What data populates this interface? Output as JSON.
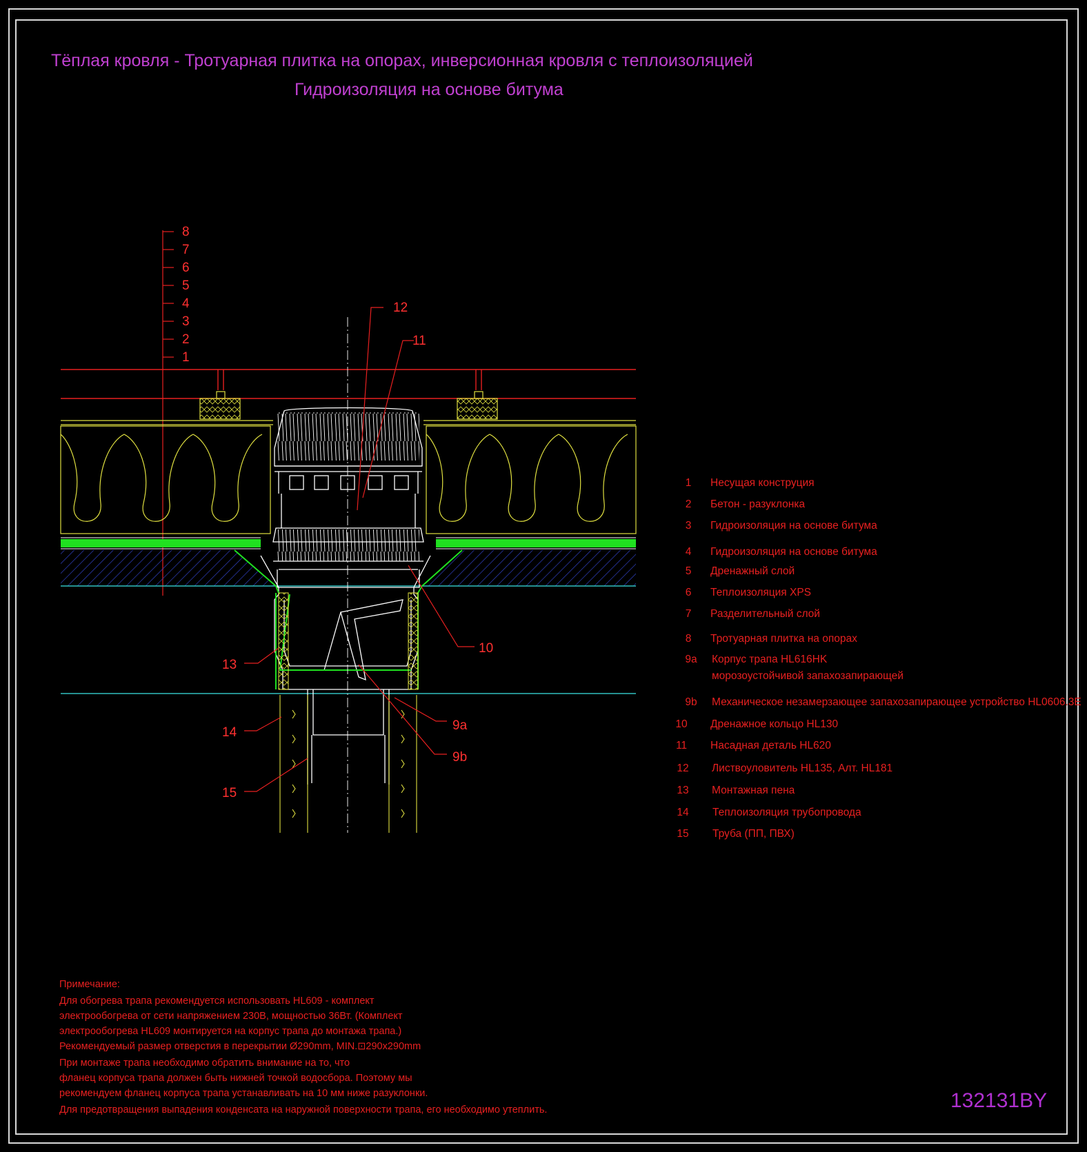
{
  "title": {
    "line1": "Тёплая кровля - Тротуарная плитка на опорах, инверсионная кровля с теплоизоляцией",
    "line2": "Гидроизоляция на основе битума"
  },
  "drawing_code": "132131BY",
  "layer_numbers": [
    "8",
    "7",
    "6",
    "5",
    "4",
    "3",
    "2",
    "1"
  ],
  "callouts": {
    "c12": "12",
    "c11": "11",
    "c10": "10",
    "c13": "13",
    "c9a": "9a",
    "c9b": "9b",
    "c14": "14",
    "c15": "15"
  },
  "legend": [
    {
      "num": "1",
      "text": "Несущая конструция"
    },
    {
      "num": "2",
      "text": "Бетон - разуклонка"
    },
    {
      "num": "3",
      "text": "Гидроизоляция на основе битума"
    },
    {
      "num": "4",
      "text": "Гидроизоляция на основе битума"
    },
    {
      "num": "5",
      "text": "Дренажный слой"
    },
    {
      "num": "6",
      "text": "Теплоизоляция XPS"
    },
    {
      "num": "7",
      "text": "Разделительный слой"
    },
    {
      "num": "8",
      "text": "Тротуарная плитка на опорах"
    },
    {
      "num": "9a",
      "text": "Корпус трапа HL616HK",
      "text2": "морозоустойчивой запахозапирающей"
    },
    {
      "num": "9b",
      "text": "Механическое незамерзающее запахозапирающее устройство HL0606.3E"
    },
    {
      "num": "10",
      "text": "Дренажное кольцо HL130"
    },
    {
      "num": "11",
      "text": "Насадная деталь HL620"
    },
    {
      "num": "12",
      "text": "Листвоуловитель HL135, Алт. HL181"
    },
    {
      "num": "13",
      "text": "Монтажная пена"
    },
    {
      "num": "14",
      "text": "Теплоизоляция трубопровода"
    },
    {
      "num": "15",
      "text": "Труба (ПП, ПВХ)"
    }
  ],
  "notes": {
    "heading": "Примечание:",
    "p1": [
      "Для обогрева трапа рекомендуется использовать HL609 - комплект",
      "электрообогрева от сети напряжением 230В, мощностью 36Вт. (Комплект",
      "электрообогрева HL609 монтируется на корпус трапа до монтажа трапа.)",
      "Рекомендуемый размер отверстия в перекрытии Ø290mm, MIN.⊡290x290mm"
    ],
    "p2": [
      "При монтаже трапа необходимо обратить внимание на то, что",
      "фланец корпуса трапа должен быть нижней точкой водосбора. Поэтому мы",
      "рекомендуем фланец корпуса трапа устанавливать на 10 мм ниже разуклонки."
    ],
    "p3": "Для предотвращения выпадения конденсата на наружной поверхности трапа, его необходимо утеплить."
  },
  "colors": {
    "red": "#e82020",
    "yellow": "#e0e040",
    "green": "#20e020",
    "white": "#ffffff",
    "blue": "#3040c0",
    "cyan": "#30c0c0",
    "magenta": "#c040d0"
  }
}
